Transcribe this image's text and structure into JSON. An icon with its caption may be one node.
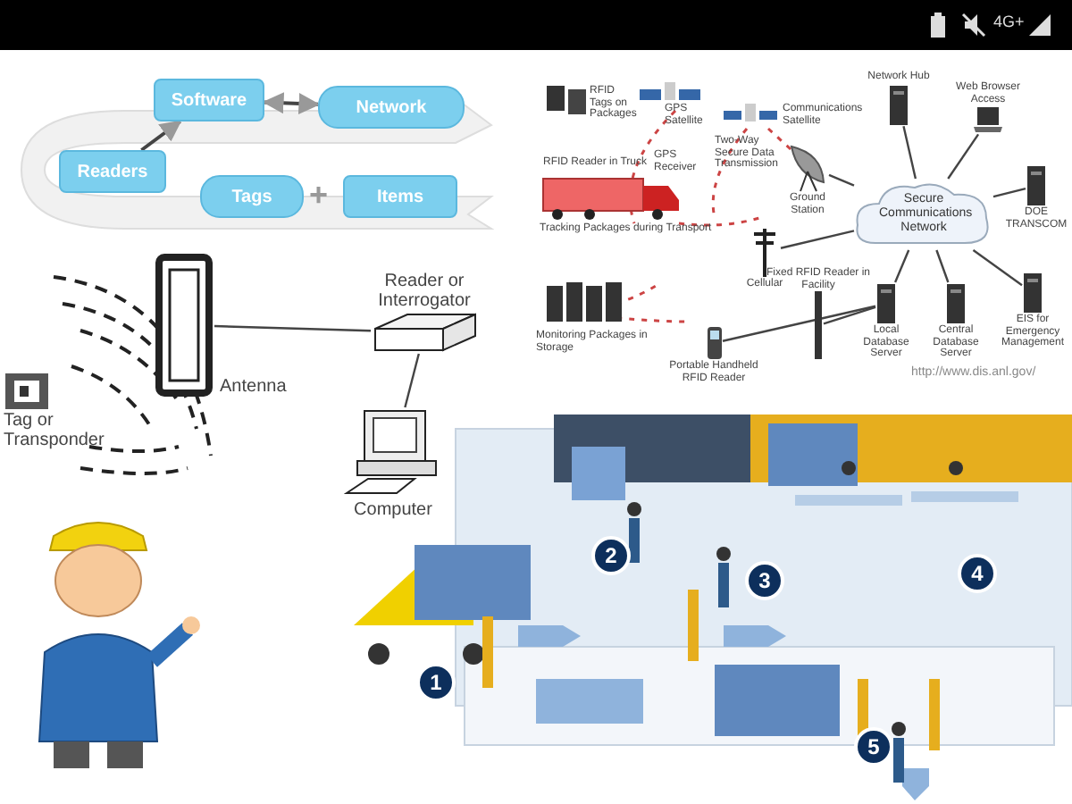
{
  "diagram": {
    "nodes": [
      {
        "text": [
          "Software"
        ]
      },
      {
        "text": [
          "Network"
        ]
      },
      {
        "text": [
          "Readers"
        ]
      },
      {
        "text": [
          "Tags"
        ]
      },
      {
        "text": [
          "Items"
        ]
      },
      {
        "text": [
          "Tag or Transponder"
        ]
      },
      {
        "text": [
          "Antenna"
        ]
      },
      {
        "text": [
          "Reader or Interrogator"
        ]
      },
      {
        "text": [
          "Computer"
        ]
      },
      {
        "text": [
          "Secure Communications Network"
        ]
      },
      {
        "text": [
          "Network Hub"
        ]
      },
      {
        "text": [
          "Web Browser Access"
        ]
      },
      {
        "text": [
          "DOE TRANSCOM"
        ]
      },
      {
        "text": [
          "Ground Station"
        ]
      },
      {
        "text": [
          "Cellular"
        ]
      },
      {
        "text": [
          "Fixed RFID Reader in Facility"
        ]
      },
      {
        "text": [
          "Portable Handheld RFID Reader"
        ]
      },
      {
        "text": [
          "Local Database Server"
        ]
      },
      {
        "text": [
          "Central Database Server"
        ]
      },
      {
        "text": [
          "EIS for Emergency Management"
        ]
      }
    ],
    "edges": [
      {
        "from": 2,
        "to": 0,
        "arrow": "to"
      },
      {
        "from": 0,
        "to": 1,
        "arrow": "both"
      },
      {
        "from": 6,
        "to": 7,
        "arrow": "none"
      },
      {
        "from": 7,
        "to": 8,
        "arrow": "none"
      },
      {
        "from": 9,
        "to": 10,
        "arrow": "none"
      },
      {
        "from": 9,
        "to": 11,
        "arrow": "none"
      },
      {
        "from": 9,
        "to": 12,
        "arrow": "none"
      },
      {
        "from": 9,
        "to": 13,
        "arrow": "none"
      },
      {
        "from": 9,
        "to": 14,
        "arrow": "none"
      },
      {
        "from": 9,
        "to": 17,
        "arrow": "none"
      },
      {
        "from": 9,
        "to": 18,
        "arrow": "none"
      },
      {
        "from": 9,
        "to": 19,
        "arrow": "none"
      },
      {
        "from": 15,
        "to": 17,
        "arrow": "none"
      },
      {
        "from": 16,
        "to": 17,
        "arrow": "none"
      }
    ],
    "labels": [
      "4G+",
      "+",
      "RFID Tags on Packages",
      "GPS Satellite",
      "Communications Satellite",
      "RFID Reader in Truck",
      "GPS Receiver",
      "Two-Way Secure Data Transmission",
      "Tracking Packages during Transport",
      "Monitoring Packages in Storage",
      "http://www.dis.anl.gov/",
      "1",
      "2",
      "3",
      "4",
      "5"
    ]
  }
}
